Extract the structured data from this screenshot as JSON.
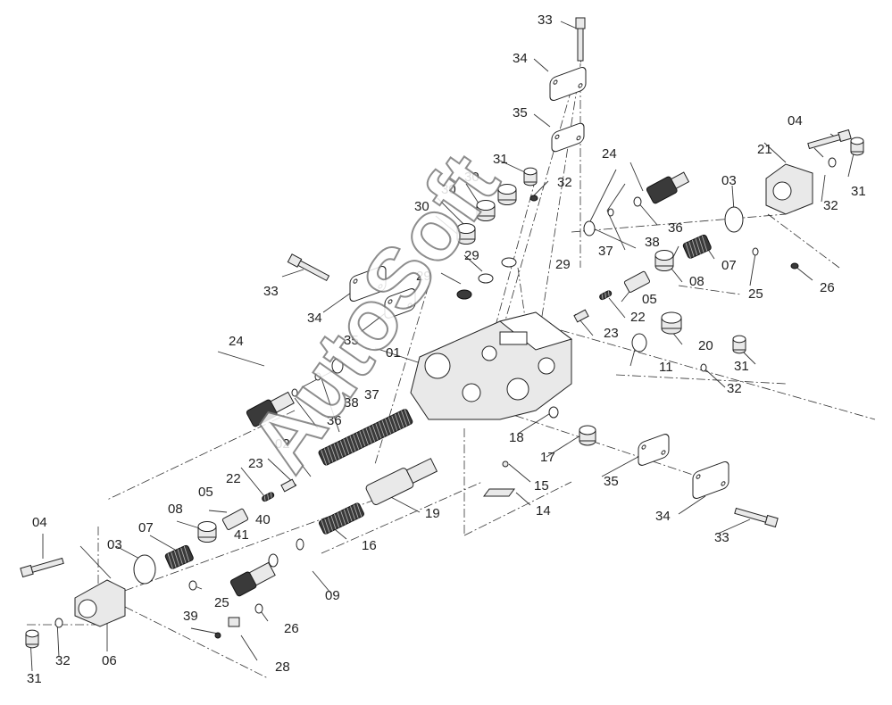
{
  "watermark": "AutoSoft",
  "callouts": [
    "01",
    "02",
    "03",
    "03",
    "04",
    "04",
    "05",
    "05",
    "06",
    "07",
    "07",
    "08",
    "08",
    "09",
    "11",
    "14",
    "15",
    "16",
    "17",
    "18",
    "19",
    "20",
    "21",
    "22",
    "22",
    "23",
    "23",
    "24",
    "24",
    "25",
    "25",
    "26",
    "26",
    "28",
    "29",
    "29",
    "29",
    "30",
    "30",
    "30",
    "31",
    "31",
    "31",
    "31",
    "32",
    "32",
    "32",
    "32",
    "33",
    "33",
    "33",
    "34",
    "34",
    "34",
    "35",
    "35",
    "35",
    "36",
    "36",
    "37",
    "37",
    "38",
    "38",
    "39",
    "40",
    "41"
  ]
}
